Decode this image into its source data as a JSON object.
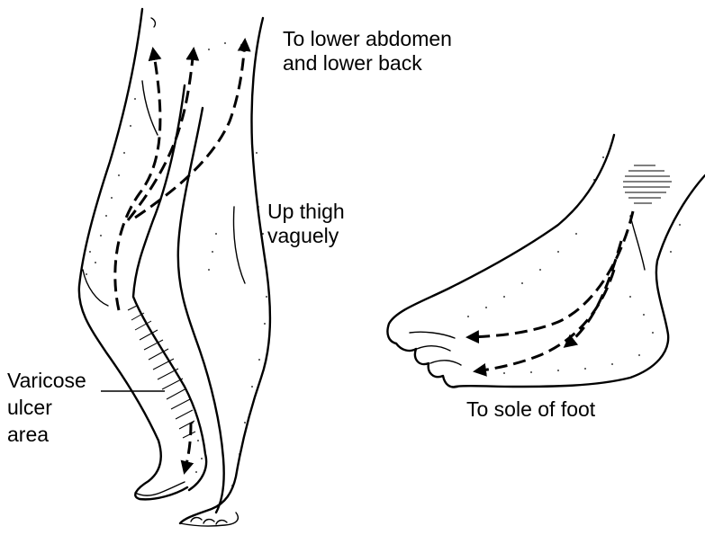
{
  "labels": {
    "abdomen": [
      "To lower abdomen",
      "and lower back"
    ],
    "thigh": [
      "Up thigh",
      "vaguely"
    ],
    "varicose": [
      "Varicose",
      "ulcer",
      "area"
    ],
    "sole": "To sole of foot"
  }
}
